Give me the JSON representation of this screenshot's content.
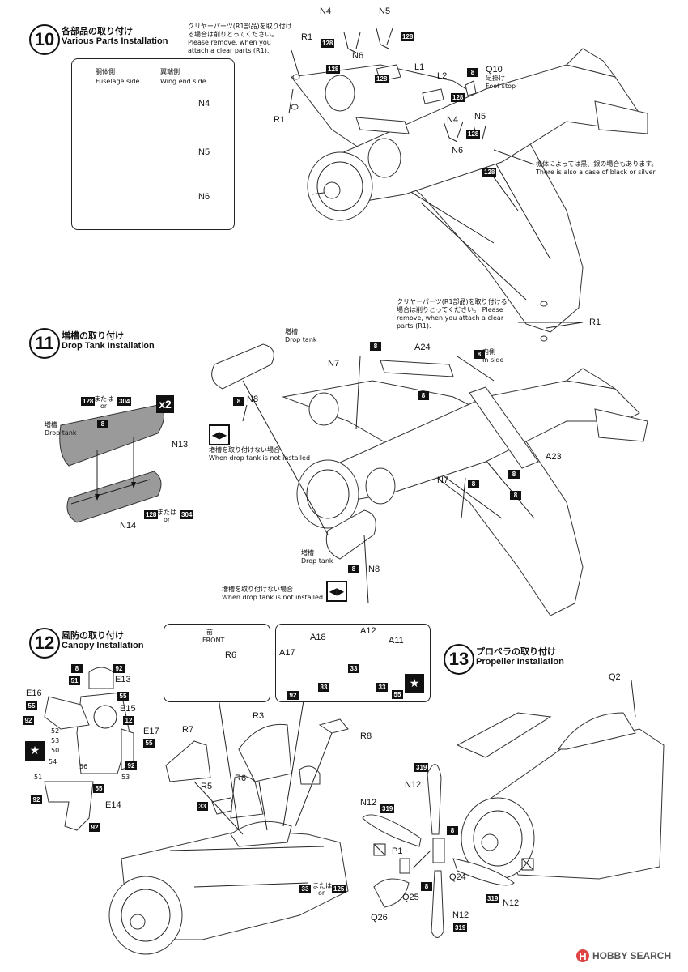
{
  "steps": [
    {
      "number": "10",
      "title_jp": "各部品の取り付け",
      "title_en": "Various Parts Installation"
    },
    {
      "number": "11",
      "title_jp": "増槽の取り付け",
      "title_en": "Drop Tank Installation"
    },
    {
      "number": "12",
      "title_jp": "風防の取り付け",
      "title_en": "Canopy Installation"
    },
    {
      "number": "13",
      "title_jp": "プロペラの取り付け",
      "title_en": "Propeller Installation"
    }
  ],
  "step10": {
    "inset": {
      "left_jp": "胴体側",
      "left_en": "Fuselage side",
      "right_jp": "翼端側",
      "right_en": "Wing end side",
      "parts": [
        "N4",
        "N5",
        "N6"
      ]
    },
    "note_top": "クリヤーパーツ(R1部品)を取り付ける場合は削りとってください。 Please remove, when you attach a clear parts (R1).",
    "note_bottom": "クリヤーパーツ(R1部品)を取り付ける場合は削りとってください。 Please remove, when you attach a clear parts (R1).",
    "note_color": "機体によっては黒、銀の場合もあります。 There is also a case of black or silver.",
    "foot_stop_jp": "足掛け",
    "foot_stop_en": "Foot stop",
    "labels": [
      "N4",
      "N5",
      "R1",
      "N6",
      "L1",
      "L2",
      "Q10",
      "N4",
      "N5",
      "N6",
      "R1",
      "R1"
    ],
    "badges": [
      "128",
      "128",
      "128",
      "128",
      "8",
      "128",
      "128",
      "128"
    ]
  },
  "step11": {
    "multiplier": "x2",
    "drop_tank_jp": "増槽",
    "drop_tank_en": "Drop tank",
    "or_jp": "または",
    "or_en": "or",
    "not_installed_jp": "増槽を取り付けない場合",
    "not_installed_en": "When drop tank is not installed",
    "inside_jp": "内側",
    "inside_en": "In side",
    "labels": [
      "N13",
      "N14",
      "N7",
      "N8",
      "A24",
      "A23",
      "N7",
      "N8"
    ],
    "badges": [
      "128",
      "304",
      "8",
      "128",
      "304",
      "8",
      "8",
      "8",
      "8",
      "8",
      "8",
      "8",
      "8"
    ]
  },
  "step12": {
    "front_jp": "前",
    "front_en": "FRONT",
    "pilot_labels": [
      "E13",
      "E16",
      "E15",
      "E17",
      "E14"
    ],
    "pilot_badges": [
      "8",
      "92",
      "51",
      "55",
      "55",
      "12",
      "92",
      "55",
      "92",
      "55",
      "92",
      "92"
    ],
    "paint_nums": [
      "52",
      "53",
      "50",
      "54",
      "56",
      "51",
      "53"
    ],
    "labels": [
      "R6",
      "A18",
      "A12",
      "A17",
      "A11",
      "R3",
      "R7",
      "R8",
      "R5",
      "R6"
    ],
    "badges": [
      "33",
      "33",
      "92",
      "33",
      "55",
      "33",
      "33",
      "125"
    ],
    "or_jp": "または",
    "or_en": "or"
  },
  "step13": {
    "labels": [
      "Q2",
      "N12",
      "N12",
      "P1",
      "Q24",
      "Q25",
      "Q26",
      "N12",
      "N12"
    ],
    "badges": [
      "319",
      "319",
      "8",
      "8",
      "319",
      "319"
    ]
  },
  "credit": {
    "brand": "HOBBY SEARCH",
    "mark": "H"
  }
}
